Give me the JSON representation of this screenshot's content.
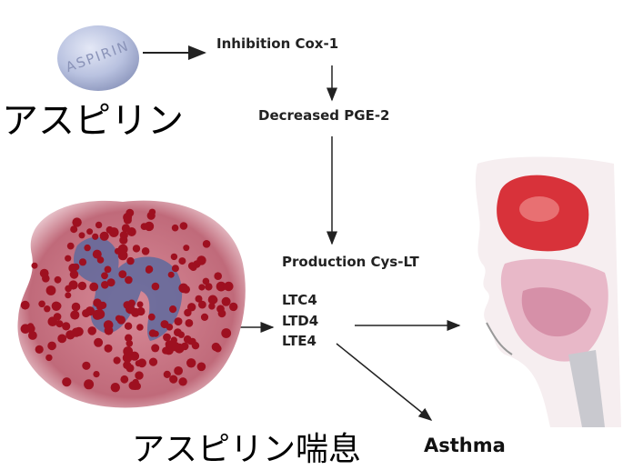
{
  "pill": {
    "imprint": "ASPIRIN"
  },
  "labels": {
    "aspirin_jp": "アスピリン",
    "inhibition": "Inhibition Cox-1",
    "decreased": "Decreased PGE-2",
    "production": "Production Cys-LT",
    "ltc4": "LTC4",
    "ltd4": "LTD4",
    "lte4": "LTE4",
    "asthma_jp": "アスピリン喘息",
    "asthma": "Asthma"
  },
  "colors": {
    "pill": "#b9c2e0",
    "granule": "#9e1020",
    "cell": "#c06a7a",
    "nucleus": "#5e6a9e",
    "sinus": "#d8323a",
    "tissue": "#e8b8c8"
  },
  "icons": {
    "pill": "aspirin-tablet-icon",
    "cell": "mast-cell-illustration",
    "head": "nasal-airway-illustration"
  }
}
